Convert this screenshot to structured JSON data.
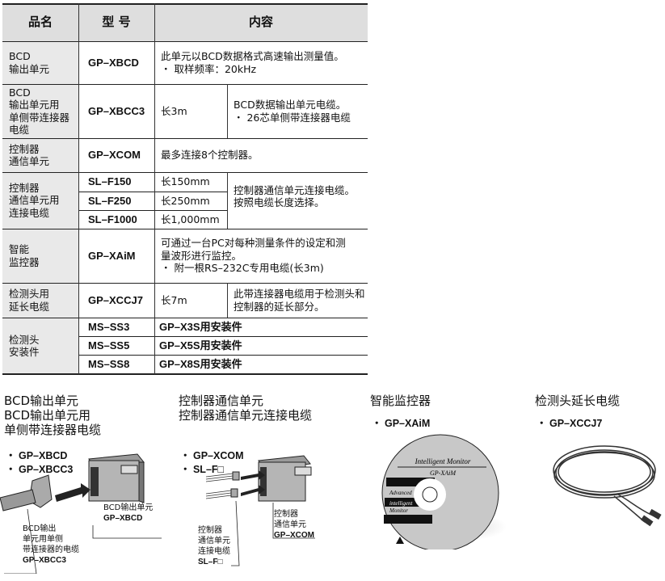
{
  "table": {
    "headers": [
      "品名",
      "型 号",
      "内容"
    ],
    "rows": [
      {
        "name": "BCD\n输出单元",
        "model": "GP–XBCD",
        "content": "此单元以BCD数据格式高速输出测量值。\n・ 取样频率：20kHz"
      },
      {
        "name": "BCD\n输出单元用\n单侧带连接器\n电缆",
        "model": "GP–XBCC3",
        "length": "长3m",
        "content": "BCD数据输出单元电缆。\n・ 26芯单侧带连接器电缆"
      },
      {
        "name": "控制器\n通信单元",
        "model": "GP–XCOM",
        "content": "最多连接8个控制器。"
      },
      {
        "name": "控制器\n通信单元用\n连接电缆",
        "models": [
          "SL–F150",
          "SL–F250",
          "SL–F1000"
        ],
        "lengths": [
          "长150mm",
          "长250mm",
          "长1,000mm"
        ],
        "content": "控制器通信单元连接电缆。\n按照电缆长度选择。"
      },
      {
        "name": "智能\n监控器",
        "model": "GP–XAiM",
        "content": "可通过一台PC对每种测量条件的设定和测\n量波形进行监控。\n・ 附一根RS–232C专用电缆(长3m)"
      },
      {
        "name": "检测头用\n延长电缆",
        "model": "GP–XCCJ7",
        "length": "长7m",
        "content": "此带连接器电缆用于检测头和\n控制器的延长部分。"
      },
      {
        "name": "检测头\n安装件",
        "models": [
          "MS–SS3",
          "MS–SS5",
          "MS–SS8"
        ],
        "contents": [
          "GP–X3S用安装件",
          "GP–X5S用安装件",
          "GP–X8S用安装件"
        ]
      }
    ]
  },
  "figures": [
    {
      "title": "BCD输出单元\nBCD输出单元用\n单侧带连接器电缆",
      "bullets": [
        "・ GP–XBCD",
        "・ GP–XBCC3"
      ],
      "labels": [
        {
          "text": "BCD输出单元",
          "model": "GP–XBCD"
        },
        {
          "text": "BCD输出\n单元用单侧\n带连接器的电缆",
          "model": "GP–XBCC3"
        }
      ]
    },
    {
      "title": "控制器通信单元\n控制器通信单元连接电缆",
      "bullets": [
        "・ GP–XCOM",
        "・ SL–F□"
      ],
      "labels": [
        {
          "text": "控制器\n通信单元",
          "model": "GP–XCOM"
        },
        {
          "text": "控制器\n通信单元\n连接电缆",
          "model": "SL–F□"
        }
      ]
    },
    {
      "title": "智能监控器",
      "bullets": [
        "・ GP–XAiM"
      ],
      "cd_text": [
        "Intelligent Monitor",
        "GP-XAiM",
        "Advanced",
        "intelligent",
        "Monitor"
      ]
    },
    {
      "title": "检测头延长电缆",
      "bullets": [
        "・ GP–XCCJ7"
      ]
    }
  ]
}
